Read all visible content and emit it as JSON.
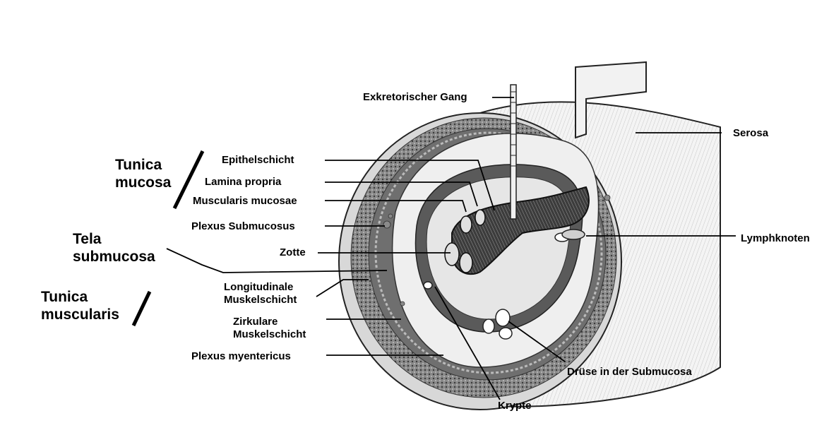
{
  "groups": {
    "tunica_mucosa": [
      "Tunica",
      "mucosa"
    ],
    "tela_submucosa": [
      "Tela",
      "submucosa"
    ],
    "tunica_muscularis": [
      "Tunica",
      "muscularis"
    ]
  },
  "labels": {
    "exkretorischer_gang": "Exkretorischer Gang",
    "serosa": "Serosa",
    "epithelschicht": "Epithelschicht",
    "lamina_propria": "Lamina propria",
    "muscularis_mucosae": "Muscularis mucosae",
    "plexus_submucosus": "Plexus Submucosus",
    "lymphknoten": "Lymphknoten",
    "zotte": "Zotte",
    "longitudinale": [
      "Longitudinale",
      "Muskelschicht"
    ],
    "zirkulare": [
      "Zirkulare",
      "Muskelschicht"
    ],
    "plexus_myentericus": "Plexus myentericus",
    "druese": "Drüse in der Submucosa",
    "krypte": "Krypte"
  }
}
